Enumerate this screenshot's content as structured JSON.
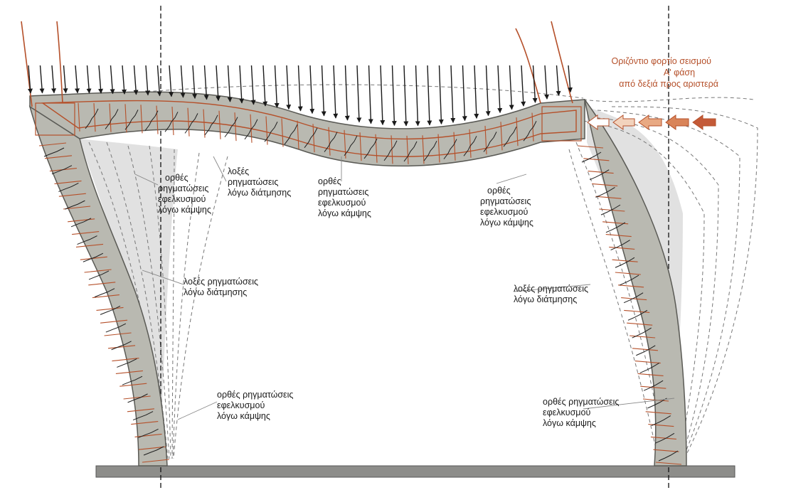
{
  "colors": {
    "frame_fill": "#b9b9b1",
    "frame_stroke": "#5a5a55",
    "reinforcement": "#b5502a",
    "load_arrows": "#1a1a1a",
    "seismic_text": "#b5502a",
    "ground": "#8d8d8a",
    "shadow": "#dcdcdc"
  },
  "seismic_label": {
    "line1": "Οριζόντιο φορτίο σεισμού",
    "line2": "Α' φάση",
    "line3": "από δεξιά προς αριστερά"
  },
  "annotations": {
    "left_beam_flexure": [
      "ορθές",
      "ρηγματώσεις",
      "εφελκυσμού",
      "λόγω κάμψης"
    ],
    "left_beam_shear": [
      "λοξές",
      "ρηγματώσεις",
      "λόγω διάτμησης"
    ],
    "mid_beam_flexure": [
      "ορθές",
      "ρηγματώσεις",
      "εφελκυσμού",
      "λόγω κάμψης"
    ],
    "right_beam_flexure": [
      "ορθές",
      "ρηγματώσεις",
      "εφελκυσμού",
      "λόγω κάμψης"
    ],
    "left_column_shear": [
      "λοξές ρηγματώσεις",
      "λόγω διάτμησης"
    ],
    "right_column_shear": [
      "λοξές ρηγματώσεις",
      "λόγω διάτμησης"
    ],
    "left_column_base": [
      "ορθές ρηγματώσεις",
      "εφελκυσμού",
      "λόγω κάμψης"
    ],
    "right_column_base": [
      "ορθές ρηγματώσεις",
      "εφελκυσμού",
      "λόγω κάμψης"
    ]
  },
  "icons": [
    "gravity-load-arrow-icon",
    "seismic-force-arrow-icon",
    "reinforcement-bar-icon",
    "crack-icon"
  ]
}
